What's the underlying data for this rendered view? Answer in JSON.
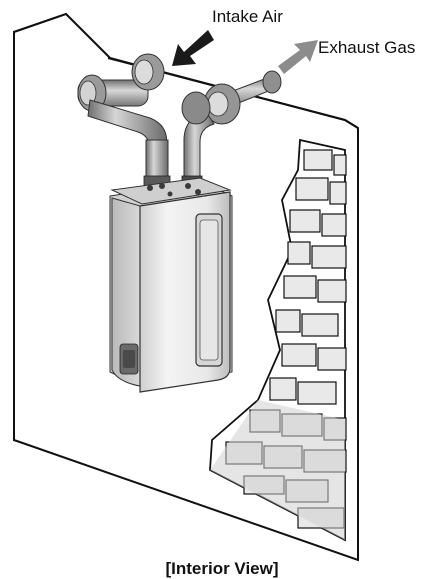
{
  "labels": {
    "intake": "Intake Air",
    "exhaust": "Exhaust Gas",
    "caption": "[Interior View]"
  },
  "colors": {
    "intake_arrow": "#1a1a1a",
    "exhaust_arrow": "#8c8c8c",
    "wall_fill": "#ffffff",
    "brick_fill": "#e6e6e6",
    "heater_body": "#e2e2e2",
    "pipe": "#9a9a9a"
  }
}
